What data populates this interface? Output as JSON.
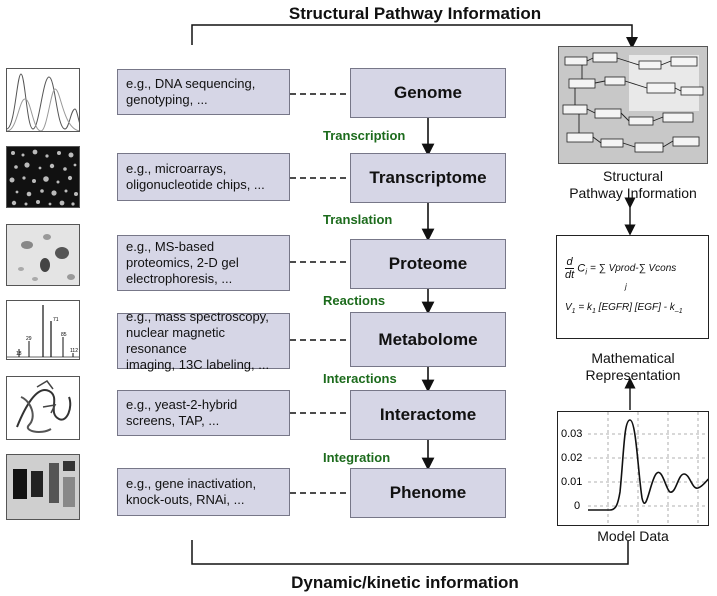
{
  "top_title": "Structural Pathway Information",
  "bottom_title": "Dynamic/kinetic information",
  "layers": [
    {
      "name": "Genome",
      "example": "e.g., DNA sequencing,\ngenotyping, ..."
    },
    {
      "name": "Transcriptome",
      "example": "e.g., microarrays,\noligonucleotide chips, ..."
    },
    {
      "name": "Proteome",
      "example": "e.g., MS-based\nproteomics, 2-D gel\nelectrophoresis, ..."
    },
    {
      "name": "Metabolome",
      "example": "e.g., mass spectroscopy,\nnuclear magnetic resonance\nimaging, 13C labeling, ..."
    },
    {
      "name": "Interactome",
      "example": "e.g., yeast-2-hybrid\nscreens, TAP, ..."
    },
    {
      "name": "Phenome",
      "example": "e.g., gene inactivation,\nknock-outs, RNAi, ..."
    }
  ],
  "processes": [
    "Transcription",
    "Translation",
    "Reactions",
    "Interactions",
    "Integration"
  ],
  "right_panel": {
    "pathway_caption": "Structural\nPathway Information",
    "math_caption": "Mathematical\nRepresentation",
    "model_caption": "Model Data",
    "equation_line1_d": "d",
    "equation_line1_dt": "dt",
    "equation_line1_c": "C",
    "equation_line1_ci_sub": "i",
    "equation_line1_mid": "= ∑ Vprod-∑ Vcons",
    "equation_line1_j": "j",
    "equation_line2": "V",
    "equation_line2_sub": "1",
    "equation_line2_rest": " = k",
    "equation_line2_k1": "1",
    "equation_line2_tail": " [EGFR] [EGF] - k",
    "equation_line2_km1": "–1"
  },
  "model_plot": {
    "y_ticks": [
      "0.03",
      "0.02",
      "0.01",
      "0"
    ]
  },
  "spectrum_labels": [
    "18",
    "29",
    "71",
    "85",
    "112"
  ]
}
